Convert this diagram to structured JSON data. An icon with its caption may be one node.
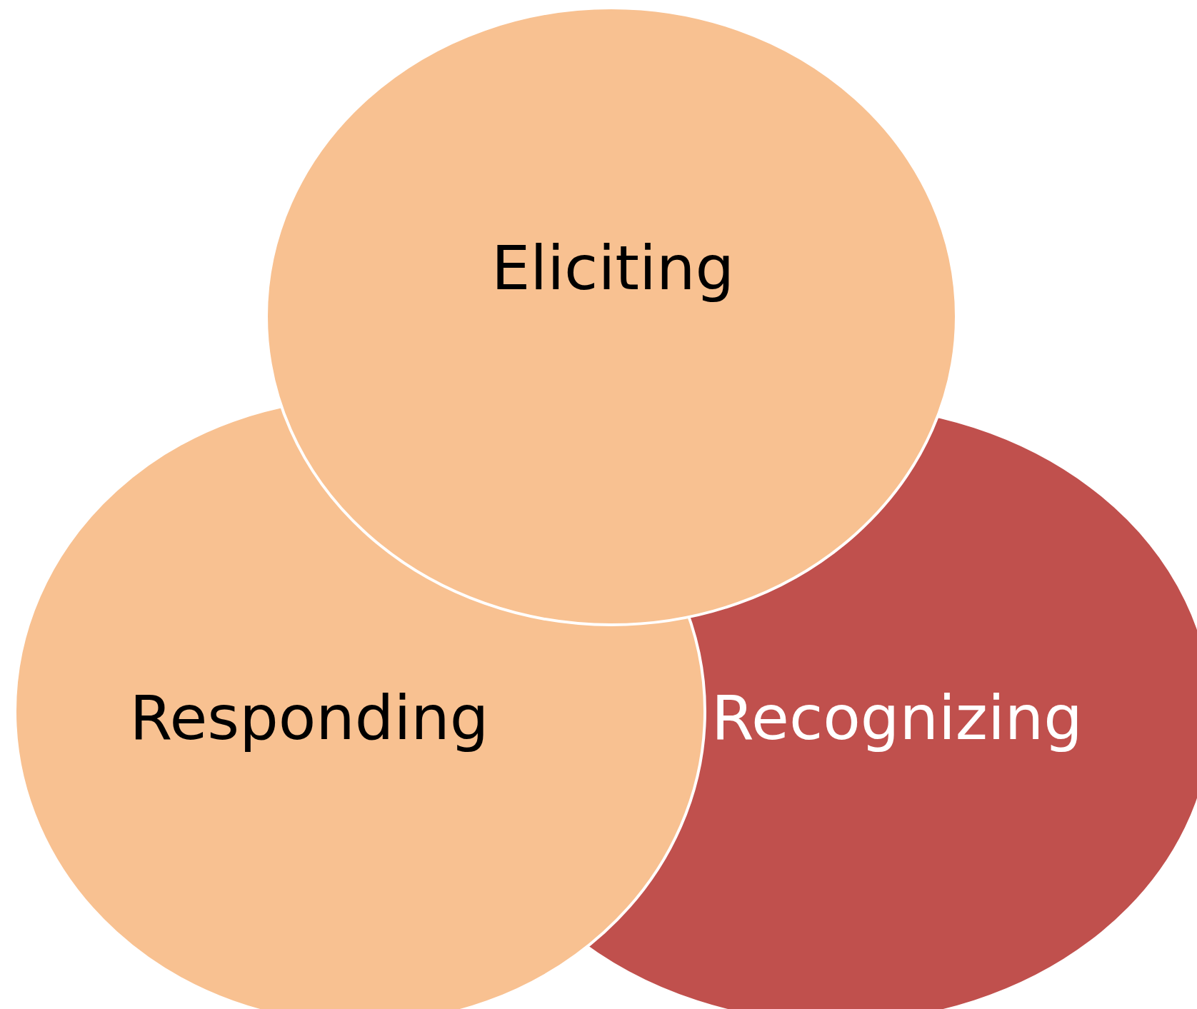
{
  "diagram": {
    "nodes": [
      {
        "text": [
          "Eliciting"
        ]
      },
      {
        "text": [
          "Responding"
        ]
      },
      {
        "text": [
          "Recognizing"
        ]
      }
    ]
  }
}
